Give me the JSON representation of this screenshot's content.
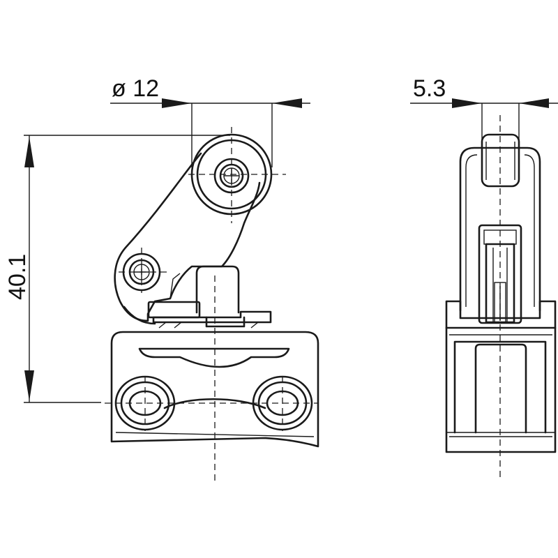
{
  "dimensions": {
    "roller_diameter": "ø 12",
    "height": "40.1",
    "roller_width": "5.3"
  }
}
